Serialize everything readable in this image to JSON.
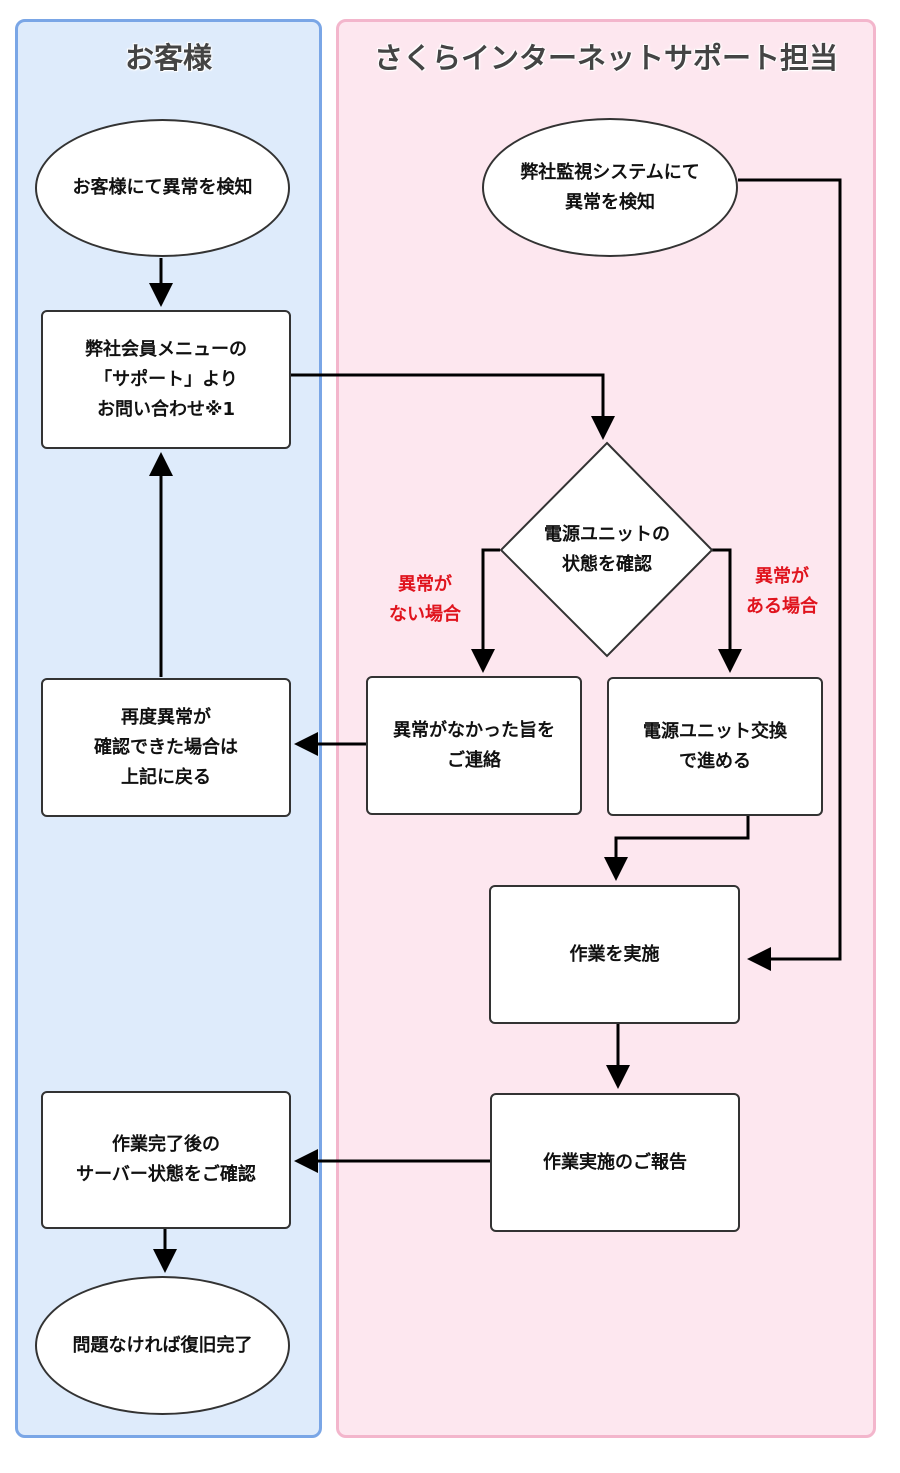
{
  "lanes": {
    "customer": {
      "title": "お客様"
    },
    "support": {
      "title": "さくらインターネットサポート担当"
    }
  },
  "nodes": {
    "customer_detect": "お客様にて異常を検知",
    "member_menu": "弊社会員メニューの\n「サポート」より\nお問い合わせ※1",
    "system_detect": "弊社監視システムにて\n異常を検知",
    "check_psu": "電源ユニットの\n状態を確認",
    "no_issue_contact": "異常がなかった旨を\nご連絡",
    "psu_replace": "電源ユニット交換\nで進める",
    "retry_return": "再度異常が\n確認できた場合は\n上記に戻る",
    "do_work": "作業を実施",
    "report": "作業実施のご報告",
    "confirm_server": "作業完了後の\nサーバー状態をご確認",
    "done": "問題なければ復旧完了"
  },
  "conditions": {
    "no_issue": "異常が\nない場合",
    "has_issue": "異常が\nある場合"
  },
  "colors": {
    "customer_lane_bg": "#deebfb",
    "customer_lane_border": "#7aa6e6",
    "support_lane_bg": "#fde7ef",
    "support_lane_border": "#f3b6cc",
    "condition_text": "#e0141e",
    "connector": "#000000"
  }
}
